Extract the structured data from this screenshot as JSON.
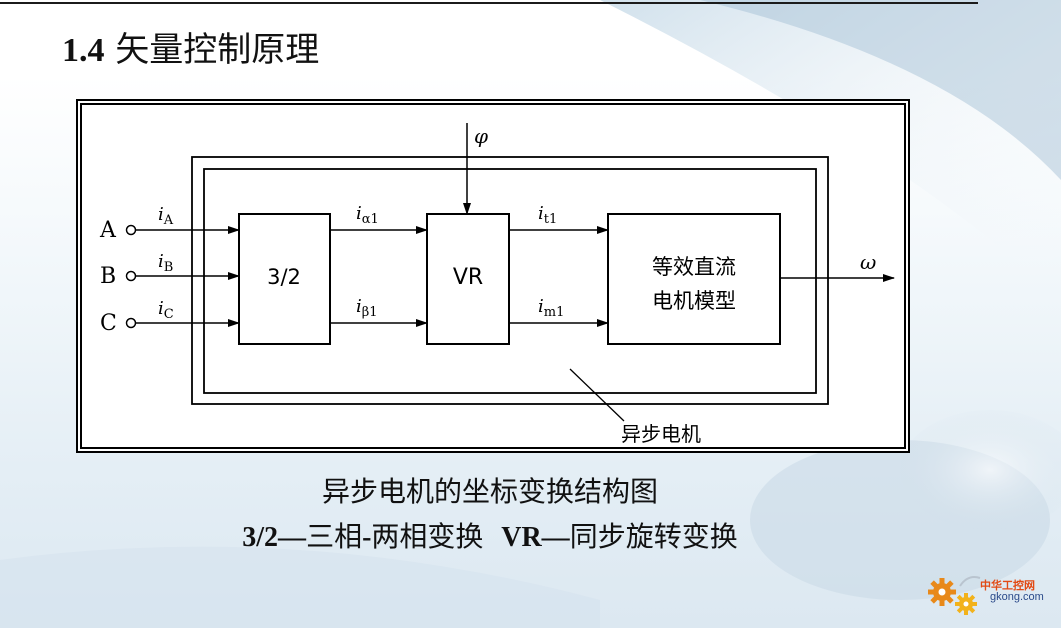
{
  "slide": {
    "title_number": "1.4",
    "title_text": "矢量控制原理"
  },
  "diagram": {
    "inputs": [
      "A",
      "B",
      "C"
    ],
    "input_currents": [
      {
        "main": "i",
        "sub": "A"
      },
      {
        "main": "i",
        "sub": "B"
      },
      {
        "main": "i",
        "sub": "C"
      }
    ],
    "block_32": "3/2",
    "block_vr": "VR",
    "block_motor_line1": "等效直流",
    "block_motor_line2": "电机模型",
    "alpha_current": {
      "main": "i",
      "sub": "α1"
    },
    "beta_current": {
      "main": "i",
      "sub": "β1"
    },
    "t_current": {
      "main": "i",
      "sub": "t1"
    },
    "m_current": {
      "main": "i",
      "sub": "m1"
    },
    "phi_label": "φ",
    "omega_label": "ω",
    "motor_region_label": "异步电机"
  },
  "captions": {
    "line1": "异步电机的坐标变换结构图",
    "line2_part1_bold": "3/2—",
    "line2_part1_text": "三相",
    "line2_part1_bold2": "-",
    "line2_part1_text2": "两相变换",
    "line2_part2_bold": "VR—",
    "line2_part2_text": "同步旋转变换"
  },
  "logo": {
    "cn": "中华工控网",
    "en": "gkong.com"
  },
  "colors": {
    "accent_orange": "#e8891a",
    "logo_blue": "#2b4a8a"
  }
}
